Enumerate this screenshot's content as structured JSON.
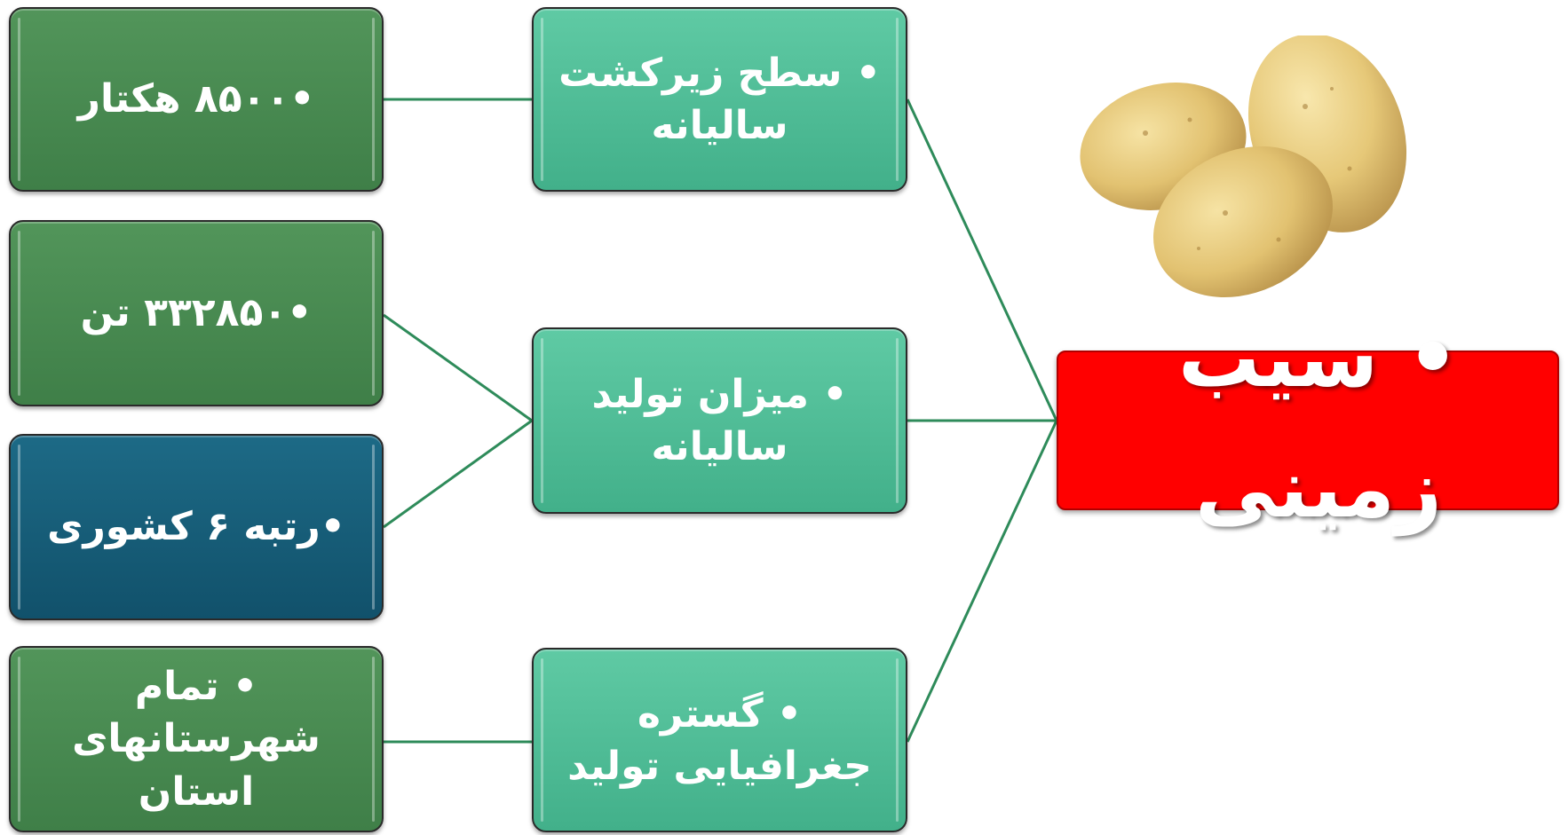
{
  "colors": {
    "left_green": "#4a8c52",
    "middle_teal": "#4fbd95",
    "rank_navy": "#155e7a",
    "title_red": "#ff0000",
    "connector": "#2e8b5a"
  },
  "left_boxes": [
    {
      "text": "•۸۵۰۰ هکتار"
    },
    {
      "text": "•۳۳۲۸۵۰ تن"
    },
    {
      "text": "•رتبه ۶ کشوری"
    },
    {
      "text": "• تمام شهرستانهای استان"
    }
  ],
  "middle_boxes": [
    {
      "text": "• سطح زیرکشت سالیانه"
    },
    {
      "text": "• میزان تولید سالیانه"
    },
    {
      "text": "• گستره جغرافیایی تولید"
    }
  ],
  "title": {
    "text": "• سیب زمینی",
    "image_icon": "potatoes-image"
  }
}
